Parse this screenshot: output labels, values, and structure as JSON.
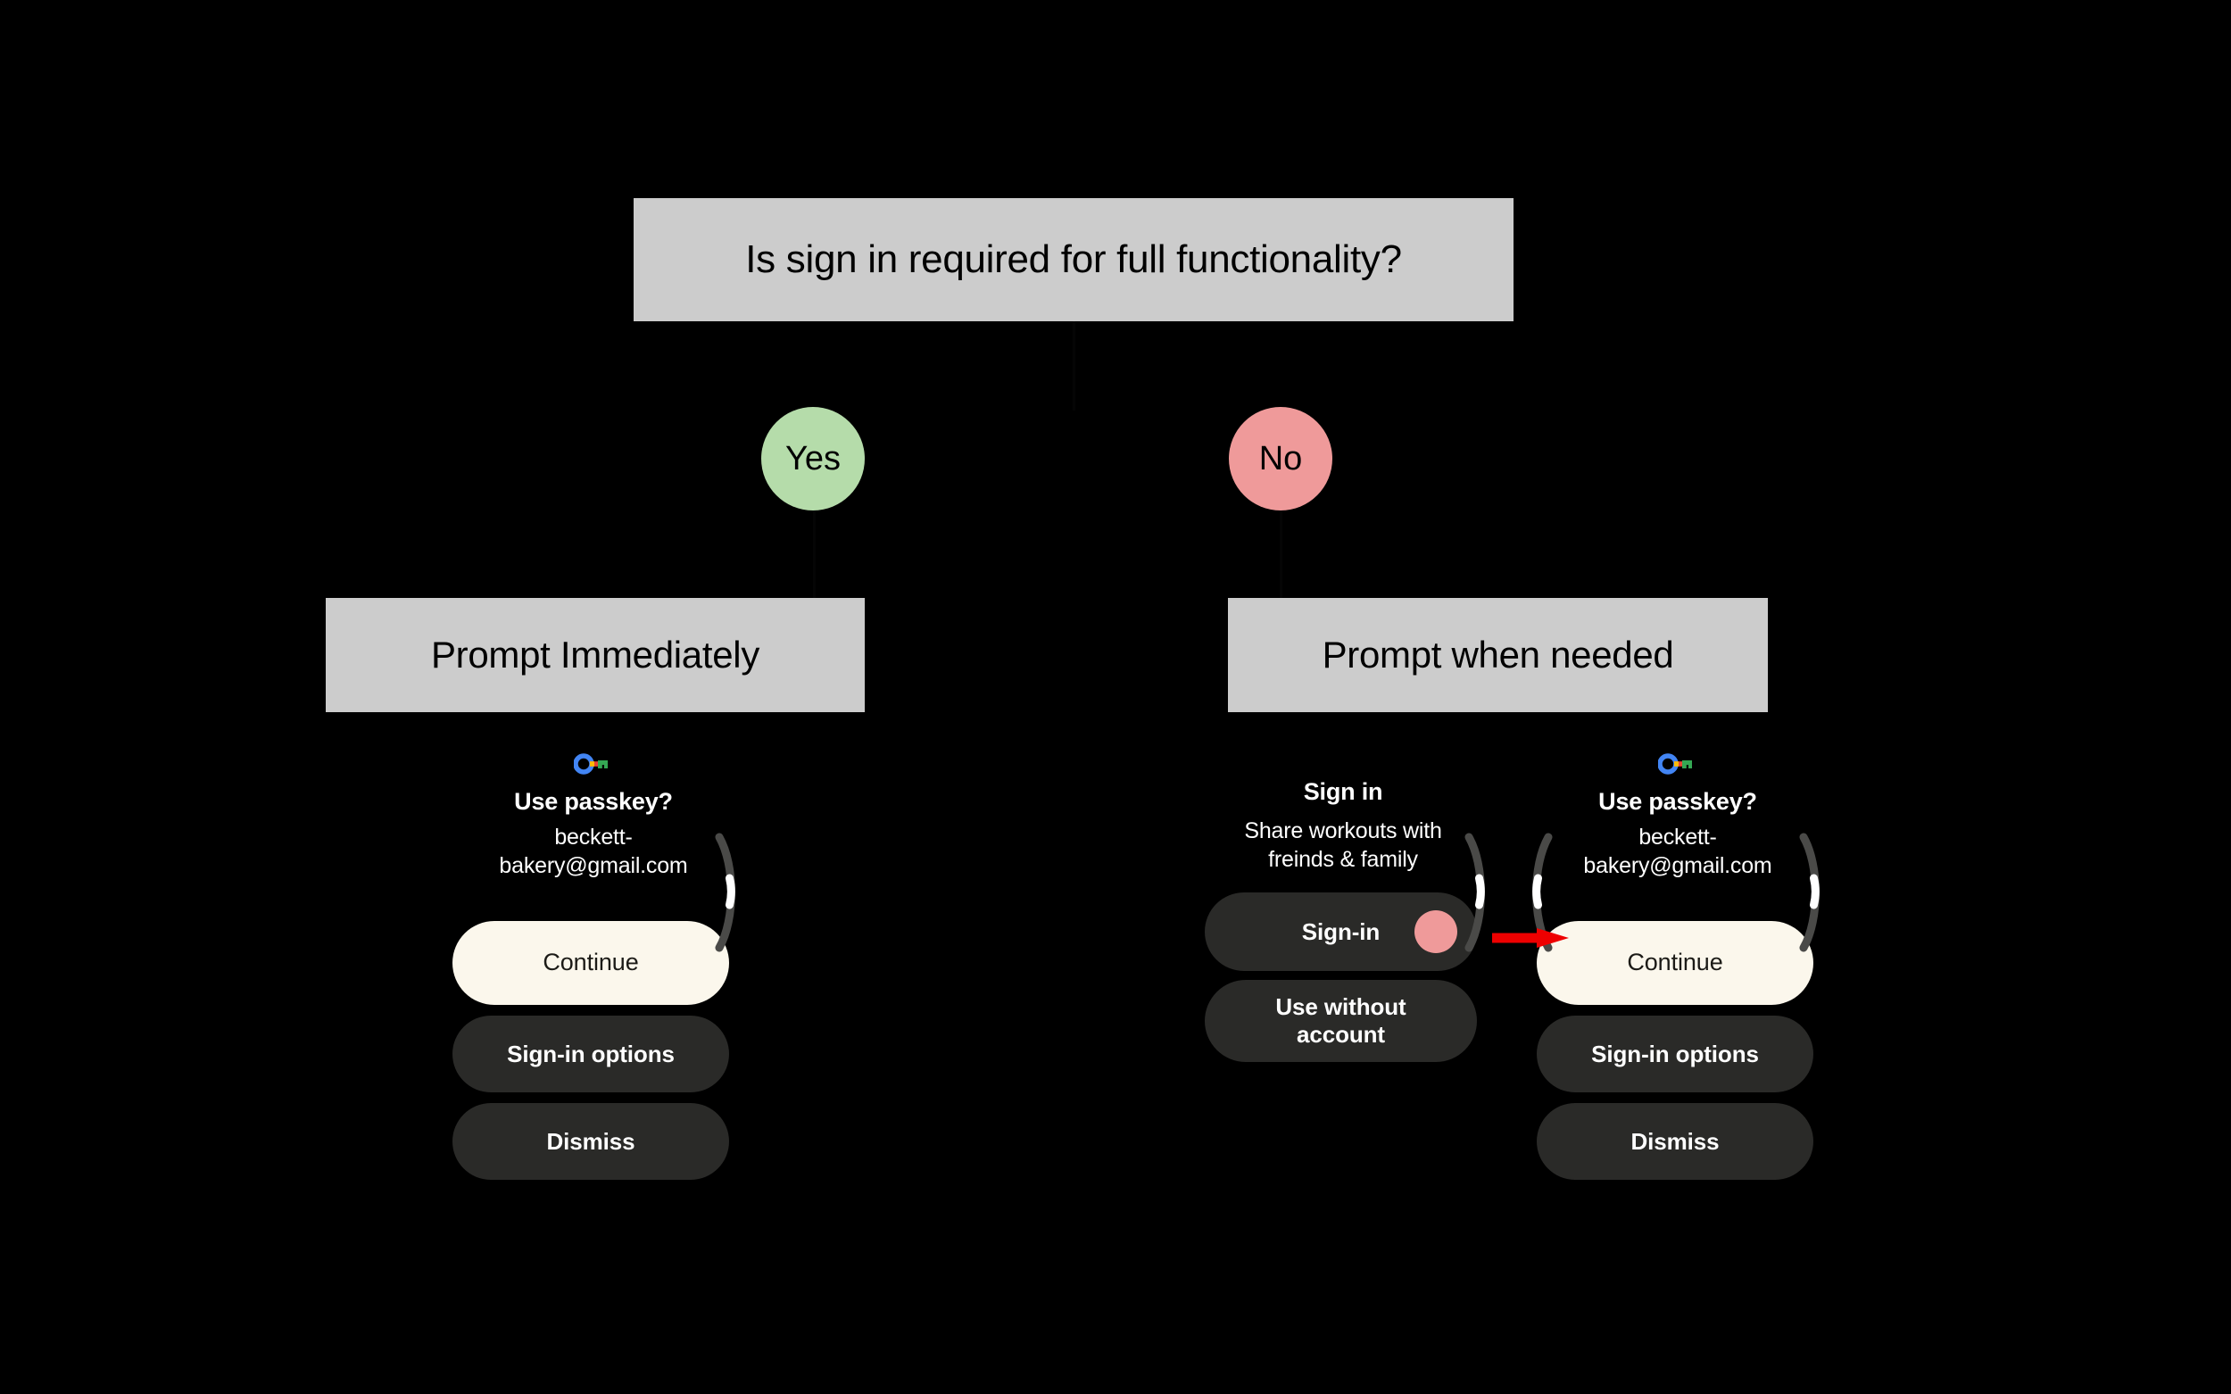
{
  "diagram": {
    "background_color": "#000000",
    "node_fill": "#cccccc",
    "title": "Is sign in required for full functionality?",
    "branch_yes": "Yes",
    "branch_no": "No",
    "branch_yes_color": "#b5dcaa",
    "branch_no_color": "#ef9a9a",
    "outcome_yes": "Prompt Immediately",
    "outcome_no": "Prompt when needed",
    "annotation_arrow_color": "#ee0000"
  },
  "watch_left": {
    "icon": "google-passkey-icon",
    "title": "Use passkey?",
    "subtitle": "beckett-bakery@gmail.com",
    "buttons": [
      {
        "label": "Continue",
        "style": "primary"
      },
      {
        "label": "Sign-in options",
        "style": "secondary"
      },
      {
        "label": "Dismiss",
        "style": "secondary"
      }
    ]
  },
  "watch_middle": {
    "title": "Sign in",
    "subtitle": "Share workouts with freinds & family",
    "buttons": [
      {
        "label": "Sign-in",
        "style": "secondary",
        "badge": "pink-dot"
      },
      {
        "label": "Use without account",
        "style": "secondary"
      }
    ]
  },
  "watch_right": {
    "icon": "google-passkey-icon",
    "title": "Use passkey?",
    "subtitle": "beckett-bakery@gmail.com",
    "buttons": [
      {
        "label": "Continue",
        "style": "primary"
      },
      {
        "label": "Sign-in options",
        "style": "secondary"
      },
      {
        "label": "Dismiss",
        "style": "secondary"
      }
    ]
  },
  "colors": {
    "watch_bg": "#000000",
    "primary_button": "#fbf7ec",
    "secondary_button": "#2a2a28",
    "text_on_dark": "#ffffff",
    "text_on_light": "#1c1b17",
    "scroll_thumb": "#ffffff",
    "scroll_track": "#4a4a48"
  }
}
